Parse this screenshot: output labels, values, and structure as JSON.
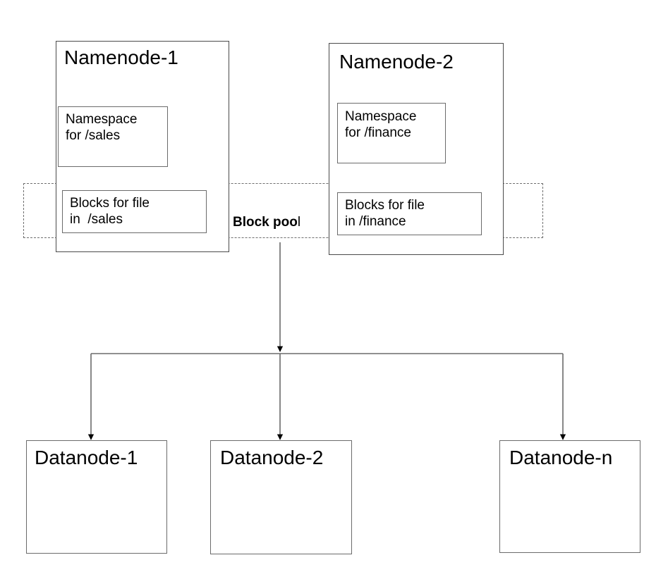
{
  "diagram": {
    "title": "HDFS Federation block pool diagram",
    "background_color": "#ffffff",
    "stroke_color": "#6b6b6b",
    "dashed_stroke_color": "#6e6e6e",
    "arrow_color": "#000000"
  },
  "namenodes": [
    {
      "id": "namenode-1",
      "title": "Namenode-1",
      "namespace_box": "Namespace\nfor /sales",
      "blocks_box": "Blocks for file\nin  /sales"
    },
    {
      "id": "namenode-2",
      "title": "Namenode-2",
      "namespace_box": "Namespace\nfor /finance",
      "blocks_box": "Blocks for file\nin /finance"
    }
  ],
  "block_pool": {
    "label_bold": "Block poo",
    "label_tail": "l",
    "full_label": "Block pool"
  },
  "datanodes": [
    {
      "id": "datanode-1",
      "title": "Datanode-1"
    },
    {
      "id": "datanode-2",
      "title": "Datanode-2"
    },
    {
      "id": "datanode-n",
      "title": "Datanode-n"
    }
  ]
}
